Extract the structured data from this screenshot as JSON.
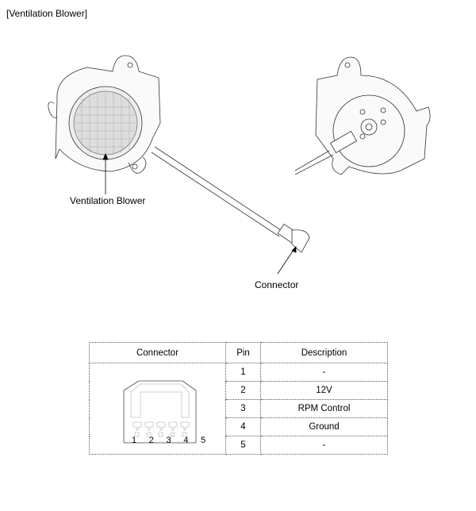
{
  "title": "[Ventilation Blower]",
  "labels": {
    "blower": "Ventilation Blower",
    "connector": "Connector"
  },
  "table": {
    "headers": [
      "Connector",
      "Pin",
      "Description"
    ],
    "pin_numbers_label": "1 2 3 4 5",
    "rows": [
      {
        "pin": "1",
        "description": "-"
      },
      {
        "pin": "2",
        "description": "12V"
      },
      {
        "pin": "3",
        "description": "RPM Control"
      },
      {
        "pin": "4",
        "description": "Ground"
      },
      {
        "pin": "5",
        "description": "-"
      }
    ]
  }
}
